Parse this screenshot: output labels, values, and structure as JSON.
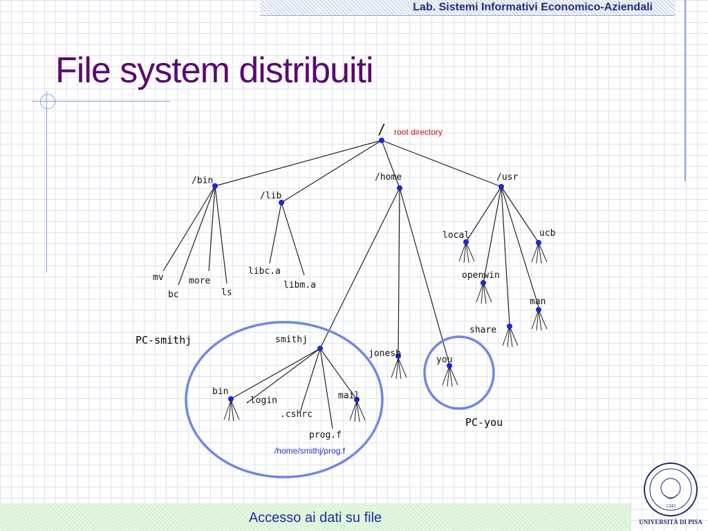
{
  "header": {
    "text": "Lab. Sistemi Informativi Economico-Aziendali"
  },
  "slide": {
    "title": "File system distribuiti"
  },
  "diagram": {
    "root": {
      "label": "/",
      "note": "root directory"
    },
    "dirs": {
      "bin": "/bin",
      "lib": "/lib",
      "home": "/home",
      "usr": "/usr",
      "smithj": "smithj",
      "jonesb": "jonesb",
      "you": "you",
      "local": "local",
      "ucb": "ucb",
      "openwin": "openwin",
      "man": "man",
      "share": "share",
      "smithj_bin": "bin",
      "mail": "mail"
    },
    "files": {
      "mv": "mv",
      "bc": "bc",
      "more": "more",
      "ls": "ls",
      "libc": "libc.a",
      "libm": "libm.a",
      "login": ".login",
      "cshrc": ".cshrc",
      "prog": "prog.f"
    },
    "path_note": "/home/smithj/prog.f",
    "groups": {
      "smithj": "PC-smithj",
      "you": "PC-you"
    },
    "colors": {
      "ellipse": "#6f86e6",
      "node": "#1a27d6",
      "red_note": "#cc1111",
      "blue_note": "#2233cc"
    }
  },
  "footer": {
    "text": "Accesso ai dati su file"
  },
  "seal": {
    "caption": "UNIVERSITÀ DI PISA",
    "year": "1343"
  }
}
